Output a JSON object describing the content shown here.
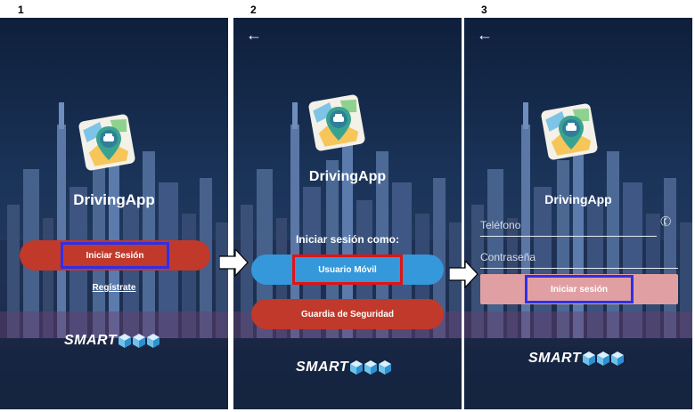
{
  "step_numbers": [
    "1",
    "2",
    "3"
  ],
  "app_name": "DrivingApp",
  "brand": "SMART",
  "screen1": {
    "login_button": "Iniciar Sesión",
    "register_link": "Regístrate"
  },
  "screen2": {
    "prompt": "Iniciar sesión como:",
    "mobile_user_button": "Usuario Móvil",
    "guard_button": "Guardia de Seguridad"
  },
  "screen3": {
    "phone_placeholder": "Teléfono",
    "password_placeholder": "Contraseña",
    "login_button": "Iniciar sesión"
  },
  "colors": {
    "red_button": "#c0392b",
    "blue_button": "#3498db",
    "pink_button": "#e0a0a3",
    "highlight_blue": "#2f2fe6",
    "highlight_red": "#e01414"
  },
  "icons": [
    "back-arrow-icon",
    "map-car-icon",
    "phone-icon",
    "flow-arrow-icon",
    "smart-cubes-icon"
  ]
}
